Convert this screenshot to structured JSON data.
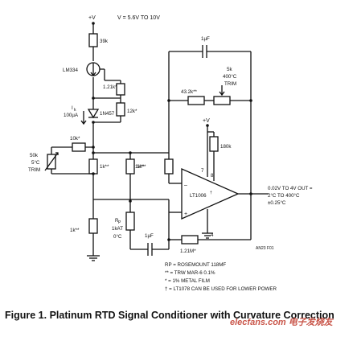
{
  "supply": {
    "plus_v": "+V",
    "voltage_range": "V = 5.6V TO 10V",
    "opamp_supply": "+V"
  },
  "components": {
    "r_39k": "39k",
    "lm334": "LM334",
    "r_1_21k": "1.21k*",
    "r_12k": "12k*",
    "diode": "1N457",
    "ik_symbol": "I",
    "ik_sub": "k",
    "ik_value": "100µA",
    "r_10k": "10k*",
    "trim_50k_value": "50k",
    "trim_50k_temp": "5°C",
    "trim_50k_label": "TRIM",
    "r_1k_a": "1k**",
    "r_1k_b": "1k**",
    "r_1k_c": "1k**",
    "rp_symbol": "R",
    "rp_sub": "P",
    "rp_value": "1kAT",
    "rp_temp": "0°C",
    "cap_bottom": "1µF",
    "r_1_21m": "1.21M*",
    "cap_top": "1µF",
    "trim_5k_value": "5k",
    "trim_5k_temp": "400°C",
    "trim_5k_label": "TRIM",
    "r_43_2k": "43.2k**",
    "r_180k": "180k",
    "pin_7": "7",
    "pin_8": "8",
    "pin_4": "4",
    "opamp": "LT1006",
    "opamp_mark": "†",
    "plus_input": "+",
    "minus_input": "–"
  },
  "output": {
    "line1": "0.02V TO 4V OUT =",
    "line2": "2°C TO 400°C",
    "line3": "±0.25°C"
  },
  "notes": {
    "rp": "RP = ROSEMOUNT 118MF",
    "double_star": "** = TRW MAR-6 0.1%",
    "single_star": "* = 1% METAL FILM",
    "dagger": "† = LT1078 CAN BE USED FOR LOWER POWER"
  },
  "code": "AN23 F01",
  "caption": "Figure 1. Platinum RTD Signal Conditioner with Curvature Correction",
  "watermark": "elecfans.com 电子发烧友"
}
